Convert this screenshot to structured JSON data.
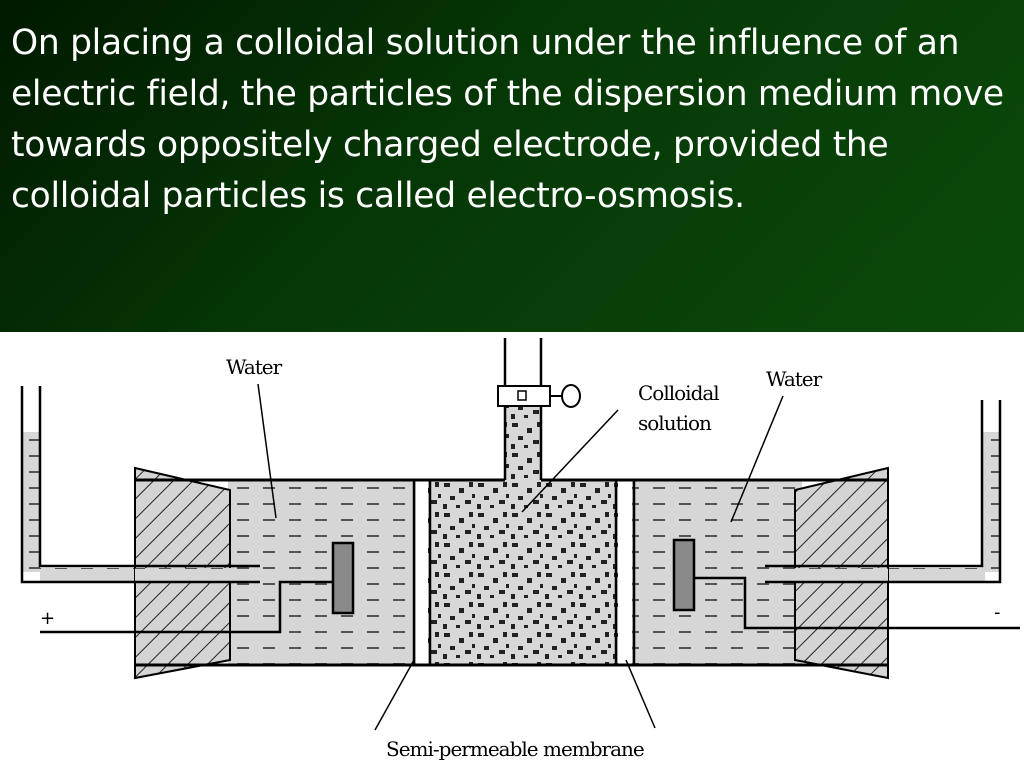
{
  "slide": {
    "text": "On placing a colloidal solution under the influence of an electric field, the particles of the dispersion medium move towards oppositely charged electrode, provided the colloidal particles is called electro-osmosis."
  },
  "diagram": {
    "labels": {
      "water_left": "Water",
      "water_right": "Water",
      "colloidal_line1": "Colloidal",
      "colloidal_line2": "solution",
      "membrane": "Semi-permeable membrane",
      "plus": "+",
      "minus": "-"
    },
    "colors": {
      "header_bg": "#063806",
      "liquid": "#d6d6d6",
      "electrode": "#8a8a8a"
    }
  }
}
